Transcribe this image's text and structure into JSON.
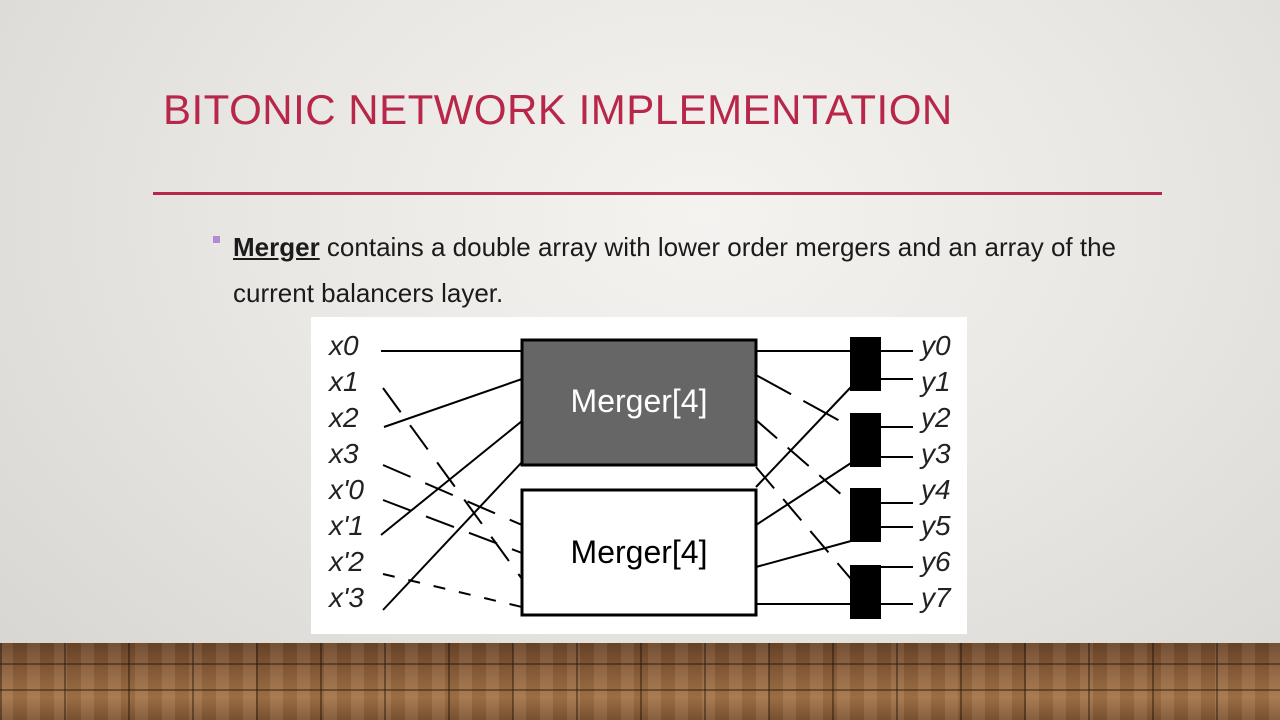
{
  "slide": {
    "title": "BITONIC NETWORK IMPLEMENTATION",
    "bullet": {
      "term": "Merger",
      "text": " contains a double array with lower order mergers and an array of the current balancers layer."
    }
  },
  "diagram": {
    "inputs": [
      "x0",
      "x1",
      "x2",
      "x3",
      "x'0",
      "x'1",
      "x'2",
      "x'3"
    ],
    "outputs": [
      "y0",
      "y1",
      "y2",
      "y3",
      "y4",
      "y5",
      "y6",
      "y7"
    ],
    "top_box_label": "Merger[4]",
    "bottom_box_label": "Merger[4]"
  },
  "colors": {
    "title": "#b8264a",
    "rule": "#b8264a",
    "bullet": "#b48ad6",
    "top_box_fill": "#666666",
    "balancer": "#000000"
  }
}
